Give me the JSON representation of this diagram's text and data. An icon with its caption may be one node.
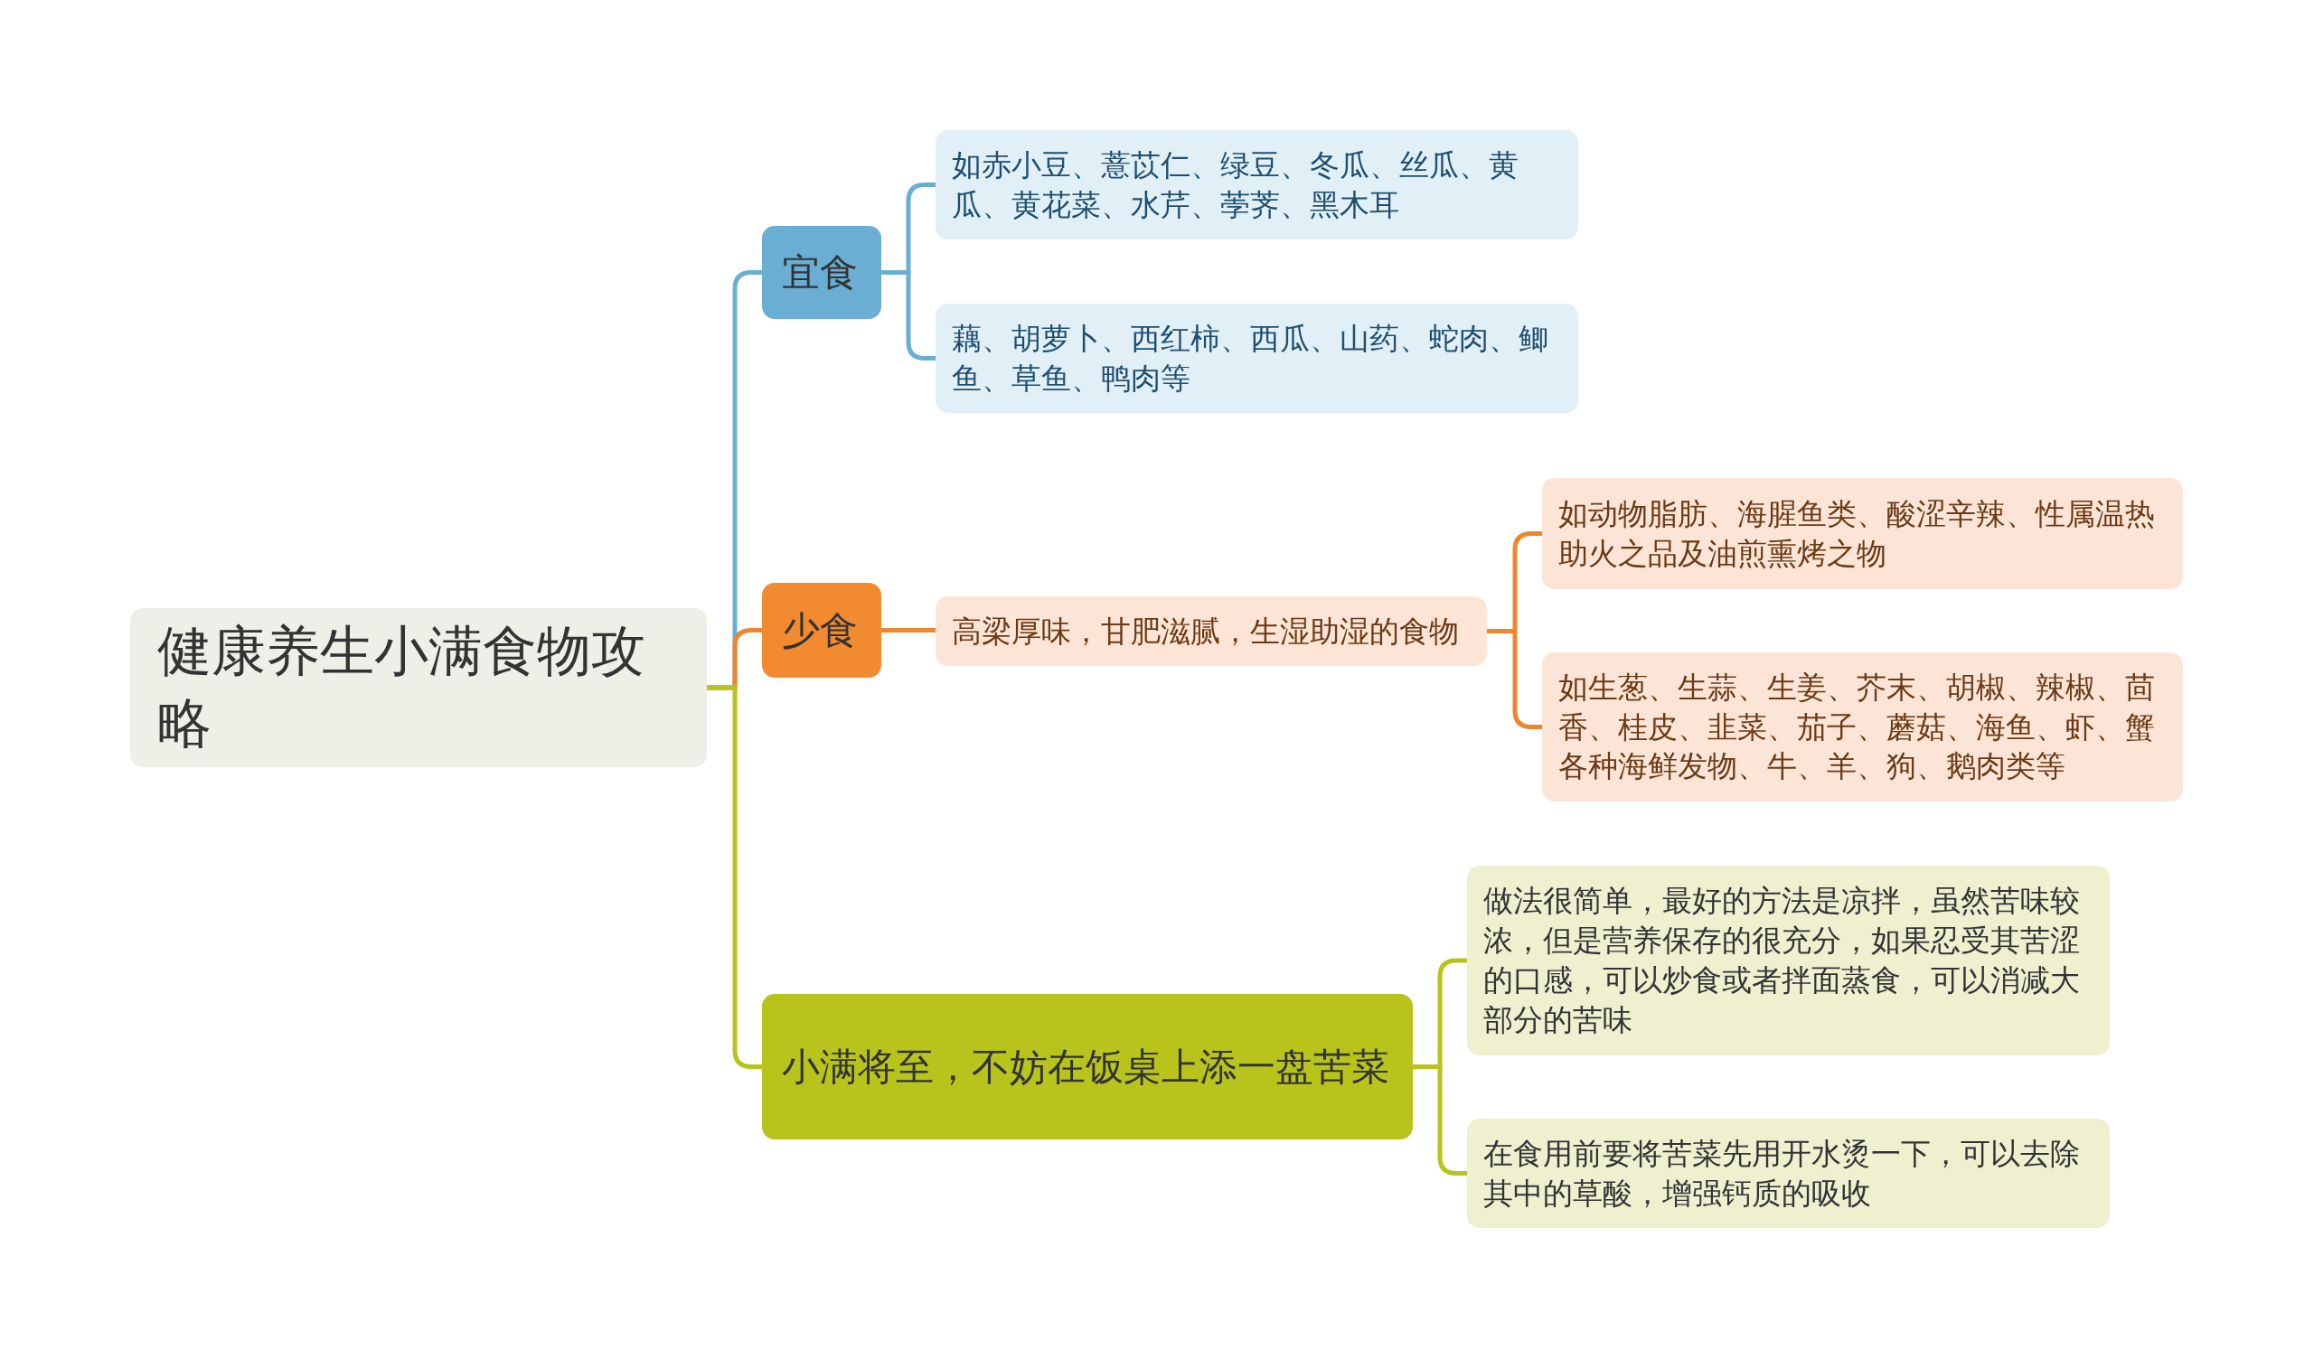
{
  "diagram": {
    "nodes": [
      {
        "text": [
          "健康养生小满食物攻略"
        ]
      },
      {
        "text": [
          "宜食"
        ]
      },
      {
        "text": [
          "如赤小豆、薏苡仁、绿豆、冬瓜、丝瓜、黄瓜、黄花菜、水芹、荸荠、黑木耳"
        ]
      },
      {
        "text": [
          "藕、胡萝卜、西红柿、西瓜、山药、蛇肉、鲫鱼、草鱼、鸭肉等"
        ]
      },
      {
        "text": [
          "少食"
        ]
      },
      {
        "text": [
          "高梁厚味，甘肥滋腻，生湿助湿的食物"
        ]
      },
      {
        "text": [
          "如动物脂肪、海腥鱼类、酸涩辛辣、性属温热助火之品及油煎熏烤之物"
        ]
      },
      {
        "text": [
          "如生葱、生蒜、生姜、芥末、胡椒、辣椒、茴香、桂皮、韭菜、茄子、蘑菇、海鱼、虾、蟹各种海鲜发物、牛、羊、狗、鹅肉类等"
        ]
      },
      {
        "text": [
          "小满将至，不妨在饭桌上添一盘苦菜"
        ]
      },
      {
        "text": [
          "做法很简单，最好的方法是凉拌，虽然苦味较浓，但是营养保存的很充分，如果忍受其苦涩的口感，可以炒食或者拌面蒸食，可以消减大部分的苦味"
        ]
      },
      {
        "text": [
          "在食用前要将苦菜先用开水烫一下，可以去除其中的草酸，增强钙质的吸收"
        ]
      }
    ],
    "edges": [
      {
        "from": 0,
        "to": 1,
        "arrow": "none",
        "color": "#6aafd3"
      },
      {
        "from": 1,
        "to": 2,
        "arrow": "none",
        "color": "#6aafd3"
      },
      {
        "from": 1,
        "to": 3,
        "arrow": "none",
        "color": "#6aafd3"
      },
      {
        "from": 0,
        "to": 4,
        "arrow": "none"
      },
      {
        "from": 4,
        "to": 5,
        "arrow": "none"
      },
      {
        "from": 5,
        "to": 6,
        "arrow": "none"
      },
      {
        "from": 5,
        "to": 7,
        "arrow": "none"
      },
      {
        "from": 0,
        "to": 8,
        "arrow": "none",
        "color": "#b8c41c"
      },
      {
        "from": 8,
        "to": 9,
        "arrow": "none",
        "color": "#b8c41c"
      },
      {
        "from": 8,
        "to": 10,
        "arrow": "none",
        "color": "#b8c41c"
      }
    ]
  }
}
